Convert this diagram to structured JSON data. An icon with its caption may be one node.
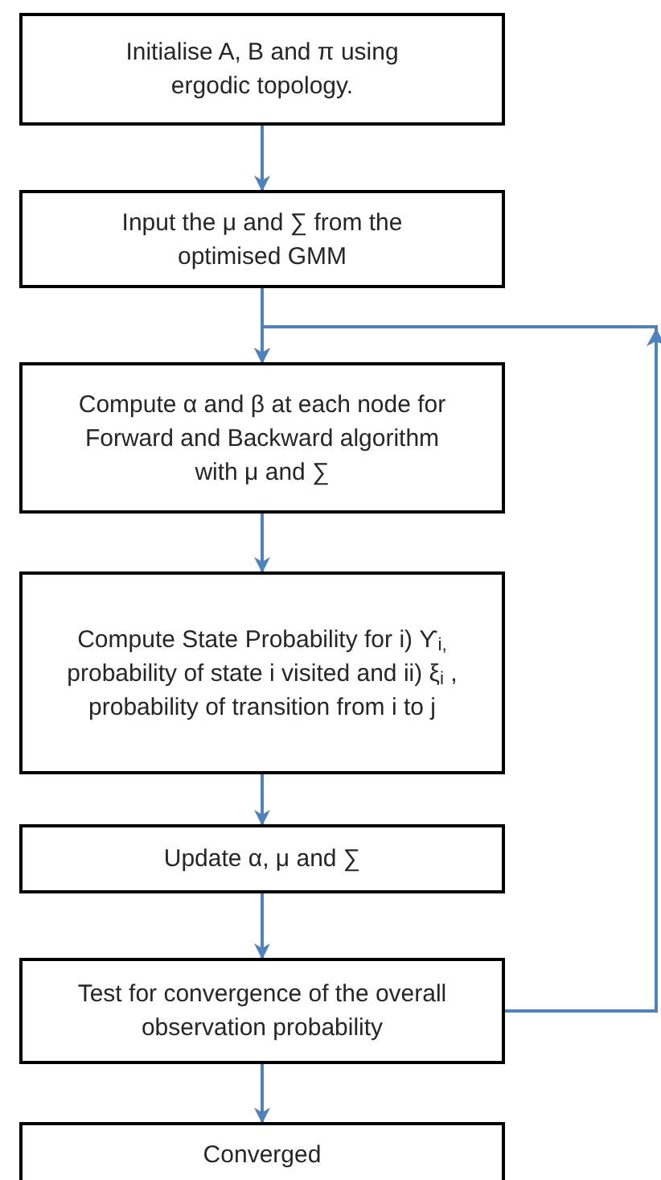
{
  "diagram": {
    "nodes": [
      {
        "text": [
          "Initialise A, B and π using ergodic topology."
        ]
      },
      {
        "text": [
          "Input the μ and ∑ from the optimised GMM"
        ]
      },
      {
        "text": [
          "Compute α and β at each node for Forward and Backward algorithm with μ and ∑"
        ]
      },
      {
        "text": [
          "Compute State Probability for i) ϒ$_{i,}$ probability of state i  visited and ii) ξ$_{i}$ , probability of transition from i to j"
        ]
      },
      {
        "text": [
          "Update α, μ and ∑"
        ]
      },
      {
        "text": [
          "Test for convergence of the overall observation probability"
        ]
      },
      {
        "text": [
          "Converged"
        ]
      }
    ],
    "edges": [
      {
        "from": 0,
        "to": 1,
        "arrow": "to"
      },
      {
        "from": 1,
        "to": 2,
        "arrow": "to"
      },
      {
        "from": 2,
        "to": 3,
        "arrow": "to"
      },
      {
        "from": 3,
        "to": 4,
        "arrow": "to"
      },
      {
        "from": 4,
        "to": 5,
        "arrow": "to"
      },
      {
        "from": 5,
        "to": 6,
        "arrow": "to"
      },
      {
        "from": 5,
        "to": 2,
        "arrow": "to"
      }
    ]
  }
}
